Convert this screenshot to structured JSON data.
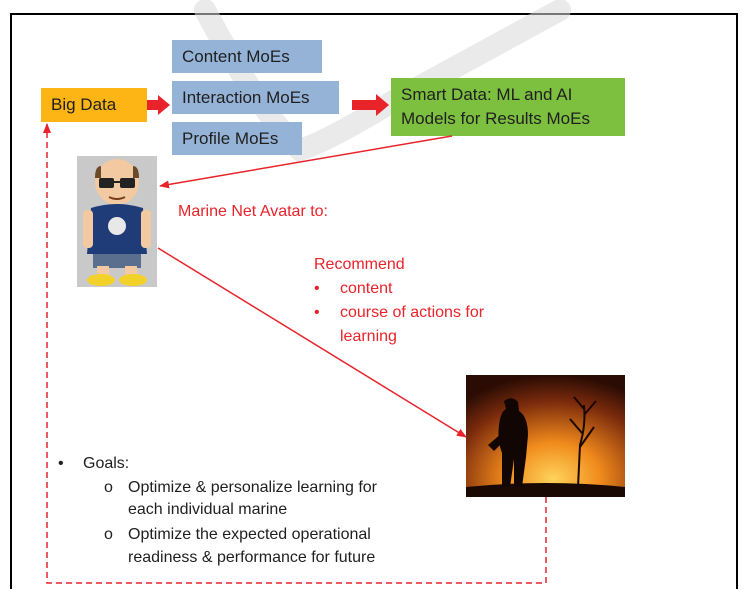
{
  "boxes": {
    "big_data": "Big Data",
    "content_moes": "Content  MoEs",
    "interaction_moes": "Interaction MoEs",
    "profile_moes": "Profile MoEs",
    "smart_data_line1": "Smart Data: ML and AI",
    "smart_data_line2": "Models for Results MoEs"
  },
  "avatar_caption": "Marine Net Avatar to:",
  "recommend": {
    "heading": "Recommend",
    "items": [
      "content",
      "course of actions for",
      "learning"
    ]
  },
  "goals": {
    "heading": "Goals:",
    "items": [
      "Optimize & personalize learning for",
      "each individual marine",
      "Optimize the expected operational",
      "readiness & performance for future"
    ]
  },
  "bullets": {
    "main": "•",
    "sub": "o"
  },
  "colors": {
    "blue_box": "#95b3d7",
    "orange_box": "#fcb514",
    "green_box": "#7dbf3f",
    "arrow_red": "#e8232a"
  },
  "icons": {
    "avatar": "cartoon-avatar-image",
    "soldier": "soldier-silhouette-image"
  }
}
